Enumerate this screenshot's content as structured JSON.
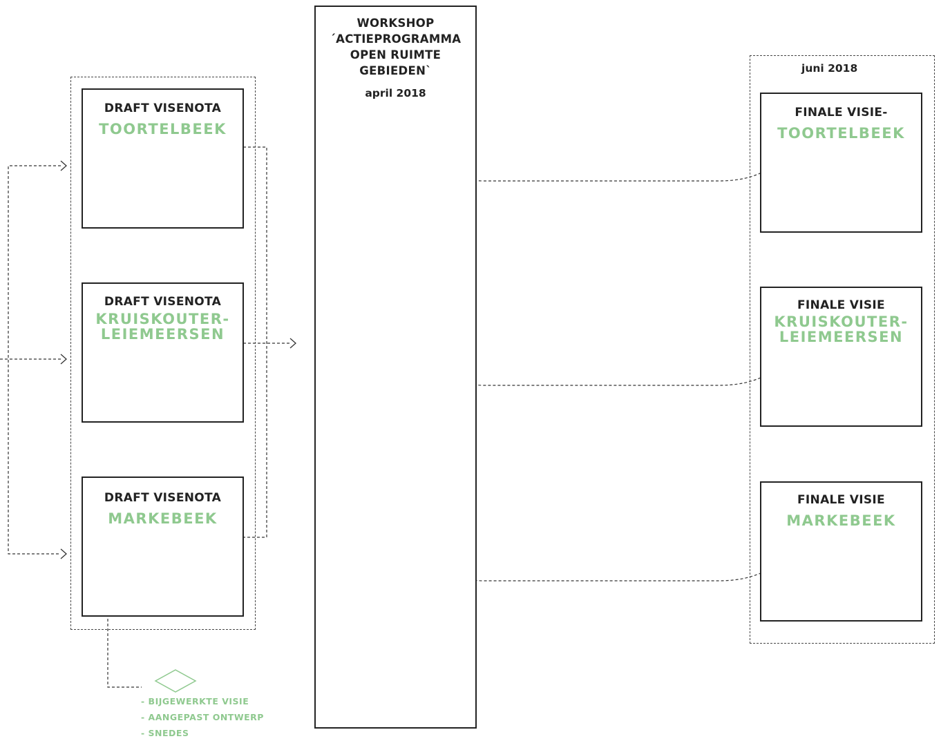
{
  "workshop": {
    "title_lines": [
      "WORKSHOP",
      "´ACTIEPROGRAMMA",
      "OPEN RUIMTE",
      "GEBIEDEN`"
    ],
    "date": "april 2018"
  },
  "drafts": [
    {
      "label": "DRAFT VISENOTA",
      "name_lines": [
        "TOORTELBEEK"
      ]
    },
    {
      "label": "DRAFT VISENOTA",
      "name_lines": [
        "KRUISKOUTER-",
        "LEIEMEERSEN"
      ]
    },
    {
      "label": "DRAFT VISENOTA",
      "name_lines": [
        "MARKEBEEK"
      ]
    }
  ],
  "finals": {
    "date": "juni 2018",
    "items": [
      {
        "label": "FINALE VISIE-",
        "name_lines": [
          "TOORTELBEEK"
        ]
      },
      {
        "label": "FINALE VISIE",
        "name_lines": [
          "KRUISKOUTER-",
          "LEIEMEERSEN"
        ]
      },
      {
        "label": "FINALE VISIE",
        "name_lines": [
          "MARKEBEEK"
        ]
      }
    ]
  },
  "legend": {
    "items": [
      "- BIJGEWERKTE  VISIE",
      "- AANGEPAST ONTWERP",
      "- SNEDES"
    ]
  },
  "colors": {
    "accent_green": "#8fc98f",
    "frame": "#222222"
  }
}
